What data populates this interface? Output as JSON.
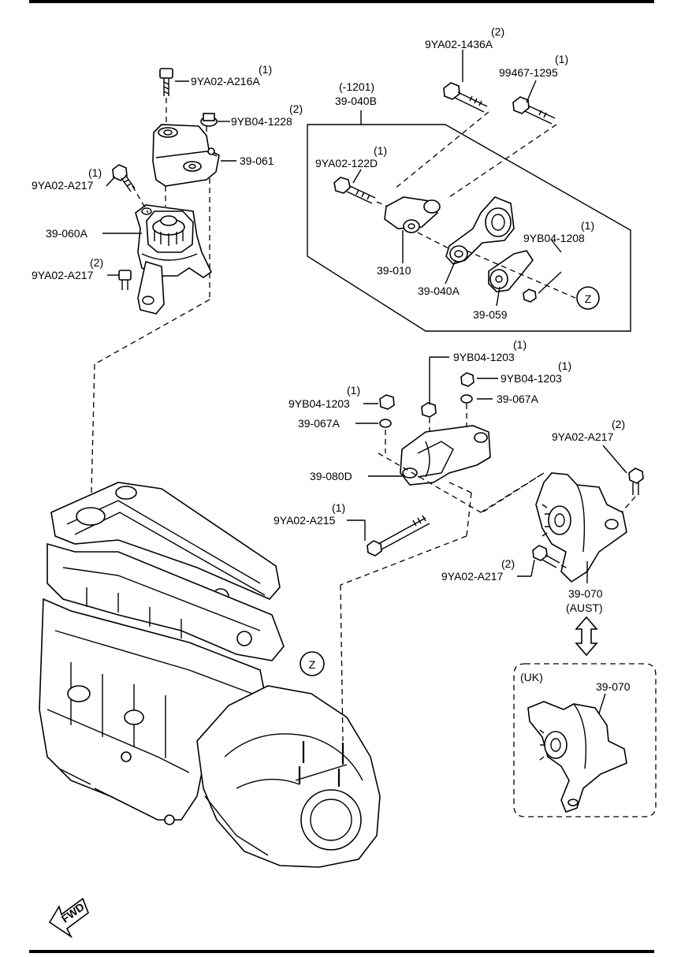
{
  "labels": {
    "p_9ya02_a216a": {
      "number": "9YA02-A216A",
      "qty": "(1)"
    },
    "p_9yb04_1228": {
      "number": "9YB04-1228",
      "qty": "(2)"
    },
    "p_39_061": {
      "number": "39-061"
    },
    "p_9ya02_a217_a": {
      "number": "9YA02-A217",
      "qty": "(1)"
    },
    "p_39_060a": {
      "number": "39-060A"
    },
    "p_9ya02_a217_b": {
      "number": "9YA02-A217",
      "qty": "(2)"
    },
    "p_39_040b": {
      "number": "39-040B",
      "qty": "(-1201)"
    },
    "p_9ya02_1436a": {
      "number": "9YA02-1436A",
      "qty": "(2)"
    },
    "p_99467_1295": {
      "number": "99467-1295",
      "qty": "(1)"
    },
    "p_9ya02_122d": {
      "number": "9YA02-122D",
      "qty": "(1)"
    },
    "p_39_010": {
      "number": "39-010"
    },
    "p_39_040a": {
      "number": "39-040A"
    },
    "p_9yb04_1208": {
      "number": "9YB04-1208",
      "qty": "(1)"
    },
    "p_39_059": {
      "number": "39-059"
    },
    "p_9yb04_1203_a": {
      "number": "9YB04-1203",
      "qty": "(1)"
    },
    "p_9yb04_1203_b": {
      "number": "9YB04-1203",
      "qty": "(1)"
    },
    "p_39_067a_a": {
      "number": "39-067A"
    },
    "p_9yb04_1203_c": {
      "number": "9YB04-1203",
      "qty": "(1)"
    },
    "p_39_067a_b": {
      "number": "39-067A"
    },
    "p_39_080d": {
      "number": "39-080D"
    },
    "p_9ya02_a217_c": {
      "number": "9YA02-A217",
      "qty": "(2)"
    },
    "p_9ya02_a215": {
      "number": "9YA02-A215",
      "qty": "(1)"
    },
    "p_9ya02_a217_d": {
      "number": "9YA02-A217",
      "qty": "(2)"
    },
    "p_39_070_aust": {
      "number": "39-070",
      "market": "(AUST)"
    },
    "p_39_070_uk": {
      "number": "39-070",
      "market": "(UK)"
    }
  },
  "callouts": {
    "ref_z": "Z"
  },
  "fwd_arrow": "FWD"
}
